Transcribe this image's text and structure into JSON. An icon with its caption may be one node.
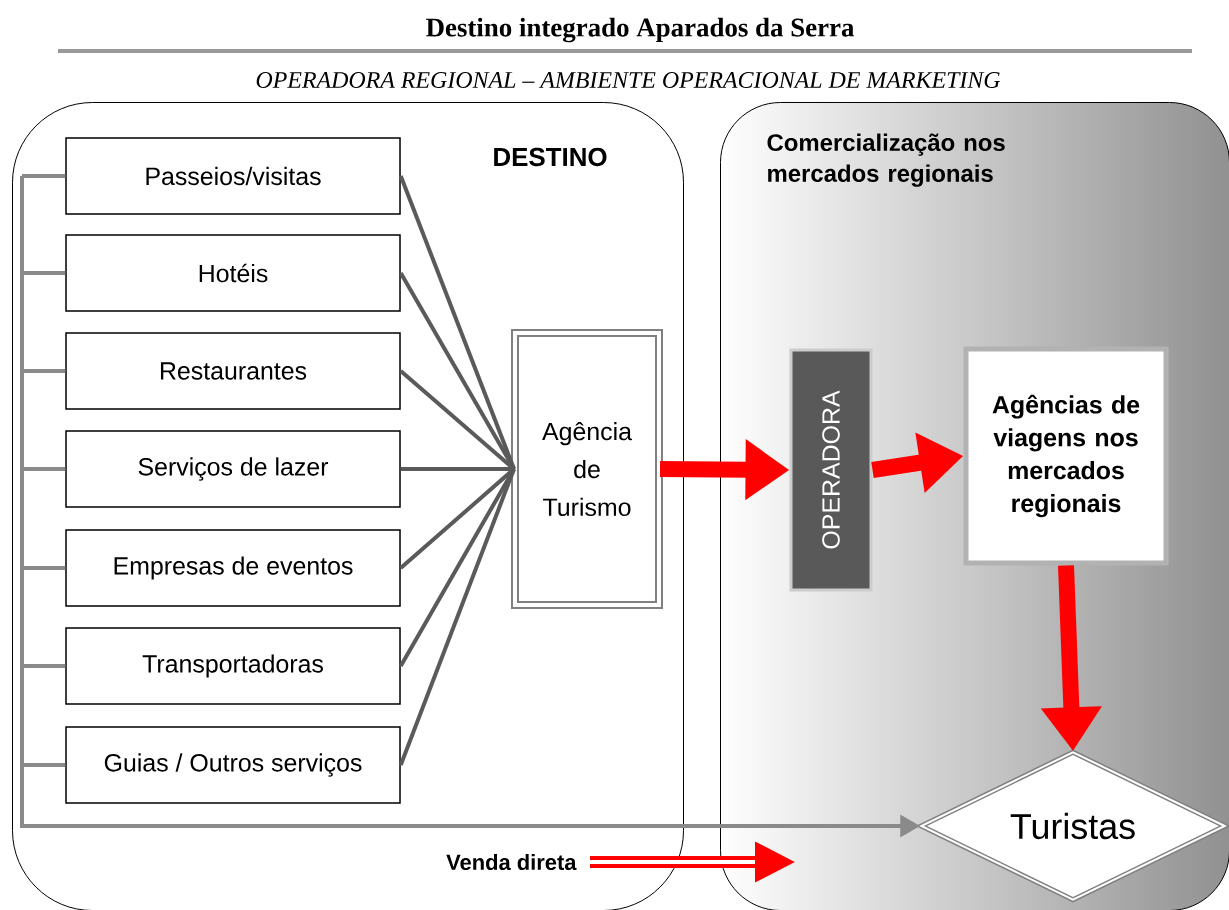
{
  "diagram": {
    "title": "Destino integrado Aparados da Serra",
    "nodes": [
      {
        "text": [
          "DESTINO"
        ]
      },
      {
        "text": [
          "Comercialização nos mercados regionais"
        ]
      },
      {
        "text": [
          "Passeios/visitas"
        ],
        "in": 0
      },
      {
        "text": [
          "Hotéis"
        ],
        "in": 0
      },
      {
        "text": [
          "Restaurantes"
        ],
        "in": 0
      },
      {
        "text": [
          "Serviços de lazer"
        ],
        "in": 0
      },
      {
        "text": [
          "Empresas de eventos"
        ],
        "in": 0
      },
      {
        "text": [
          "Transportadoras"
        ],
        "in": 0
      },
      {
        "text": [
          "Guias / Outros serviços"
        ],
        "in": 0
      },
      {
        "text": [
          "Agência de Turismo"
        ],
        "in": 0
      },
      {
        "text": [
          "OPERADORA"
        ],
        "in": 1
      },
      {
        "text": [
          "Agências de viagens nos mercados regionais"
        ],
        "in": 1
      },
      {
        "text": [
          "Turistas"
        ],
        "in": 1
      }
    ],
    "edges": [
      {
        "from": 2,
        "to": 9,
        "arrow": "none"
      },
      {
        "from": 3,
        "to": 9,
        "arrow": "none"
      },
      {
        "from": 4,
        "to": 9,
        "arrow": "none"
      },
      {
        "from": 5,
        "to": 9,
        "arrow": "none"
      },
      {
        "from": 6,
        "to": 9,
        "arrow": "none"
      },
      {
        "from": 7,
        "to": 9,
        "arrow": "none"
      },
      {
        "from": 8,
        "to": 9,
        "arrow": "none"
      },
      {
        "from": 9,
        "to": 10,
        "arrow": "to",
        "style": "thick",
        "color": "#ff0000"
      },
      {
        "from": 10,
        "to": 11,
        "arrow": "to",
        "style": "thick",
        "color": "#ff0000"
      },
      {
        "from": 11,
        "to": 12,
        "arrow": "to",
        "style": "thick",
        "color": "#ff0000"
      },
      {
        "from": 2,
        "to": 12,
        "arrow": "to",
        "color": "#8a8a8a"
      },
      {
        "from": 3,
        "to": 12,
        "arrow": "to",
        "color": "#8a8a8a"
      },
      {
        "from": 4,
        "to": 12,
        "arrow": "to",
        "color": "#8a8a8a"
      },
      {
        "from": 5,
        "to": 12,
        "arrow": "to",
        "color": "#8a8a8a"
      },
      {
        "from": 6,
        "to": 12,
        "arrow": "to",
        "color": "#8a8a8a"
      },
      {
        "from": 7,
        "to": 12,
        "arrow": "to",
        "color": "#8a8a8a"
      },
      {
        "from": 8,
        "to": 12,
        "arrow": "to",
        "color": "#8a8a8a"
      }
    ],
    "labels": [
      "OPERADORA REGIONAL – AMBIENTE OPERACIONAL DE MARKETING",
      "Venda direta"
    ]
  }
}
